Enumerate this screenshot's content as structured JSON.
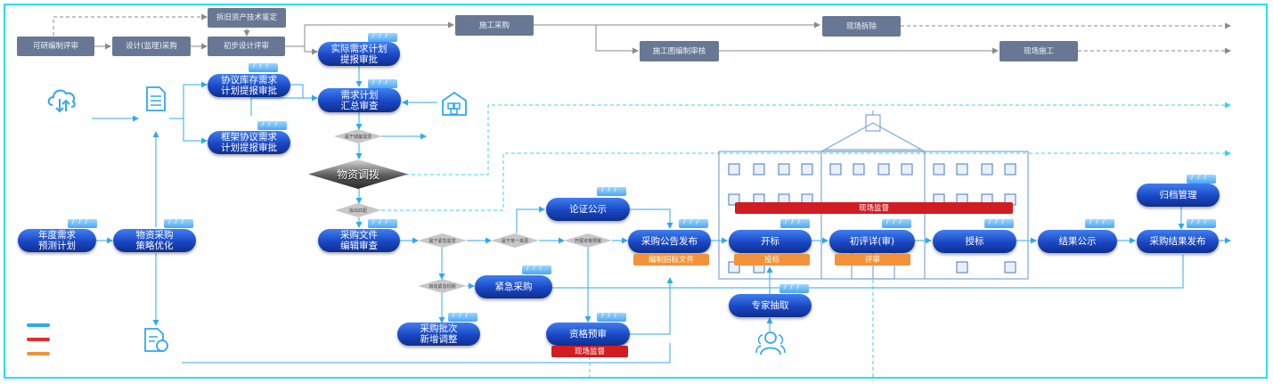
{
  "stages": {
    "feasibility": "可研编制评审",
    "design_proc": "设计(监理)采购",
    "prelim_review": "初步设计评审",
    "asset_appraisal": "拆旧资产技术鉴定",
    "construction_proc": "施工采购",
    "site_demolition": "现场拆除",
    "drawing_review": "施工图编制审核",
    "site_construction": "现场施工"
  },
  "nodes": {
    "actual_plan": "实际需求计划\n提报审批",
    "agreement_stock": "协议库存需求\n计划提报审批",
    "framework_agreement": "框架协议需求\n计划提报审批",
    "summary_review": "需求计划\n汇总审查",
    "material_allocation": "物资调拨",
    "annual_demand": "年度需求\n预测计划",
    "strategy": "物资采购\n策略优化",
    "proc_doc": "采购文件\n编辑审查",
    "demonstration": "论证公示",
    "announcement": "采购公告发布",
    "bid_opening": "开标",
    "prelim_eval": "初评详(审)",
    "award": "授标",
    "result_publicity": "结果公示",
    "result_release": "采购结果发布",
    "archive": "归档管理",
    "emergency": "紧急采购",
    "batch_adjust": "采购批次\n新增调整",
    "prequalification": "资格预审",
    "expert_draw": "专家抽取"
  },
  "badges": {
    "site_supervision_top": "现场监督",
    "site_supervision_bottom": "现场监督",
    "bidding_docs": "编制招标文件",
    "bidding": "投标",
    "evaluation": "评审"
  },
  "decisions": {
    "d1": "属于储备需求",
    "d2": "拟出匹配",
    "d3": "属于紧急需求",
    "d4": "属于单一来源",
    "d5": "开展资格预审",
    "d6": "启动紧急机制"
  },
  "icons": [
    "cloud-upload-icon",
    "document-icon",
    "warehouse-icon",
    "document-search-icon",
    "people-icon",
    "building-illustration"
  ],
  "legend_colors": [
    "#2fa8f0",
    "#e03030",
    "#f2923a"
  ],
  "accent_color": "#27e0f0"
}
